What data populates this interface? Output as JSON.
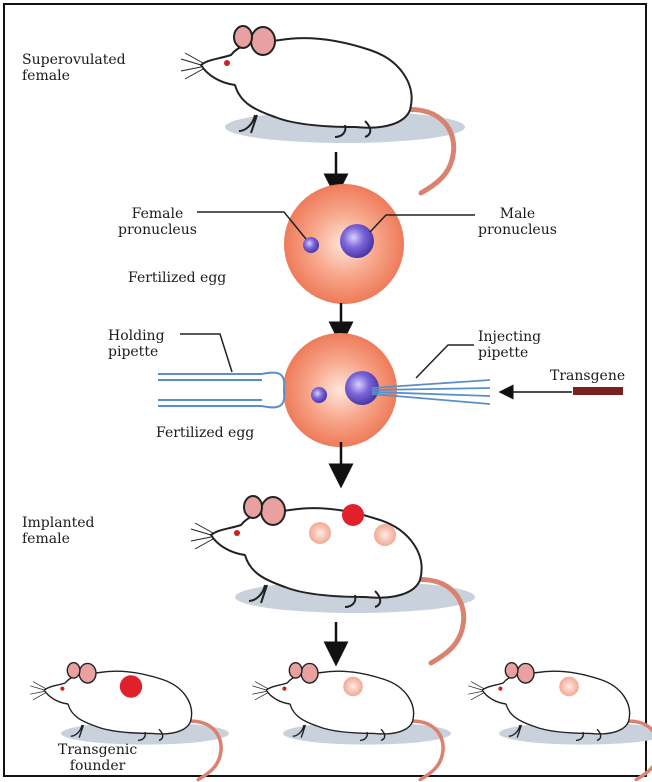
{
  "labels": {
    "superovulated": [
      "Superovulated",
      "female"
    ],
    "female_pronucleus": [
      "Female",
      "pronucleus"
    ],
    "male_pronucleus": [
      "Male",
      "pronucleus"
    ],
    "fertilized_egg_1": "Fertilized egg",
    "holding_pipette": [
      "Holding",
      "pipette"
    ],
    "injecting_pipette": [
      "Injecting",
      "pipette"
    ],
    "transgene": "Transgene",
    "fertilized_egg_2": "Fertilized egg",
    "implanted": [
      "Implanted",
      "female"
    ],
    "transgenic_founder": [
      "Transgenic",
      "founder"
    ]
  },
  "colors": {
    "mouse_body": "#ffffff",
    "ear": "#e8a0a0",
    "tail": "#d9826f",
    "shadow": "#c9d2dc",
    "egg": "#f08a6a",
    "egg_glow": "#fbd3c4",
    "pronucleus": "#6a55c8",
    "pipette": "#5b8fc9",
    "transgene": "#7a1e1e",
    "embryo_strong": "#e0202a",
    "embryo_faint": "#f2b8aa"
  }
}
